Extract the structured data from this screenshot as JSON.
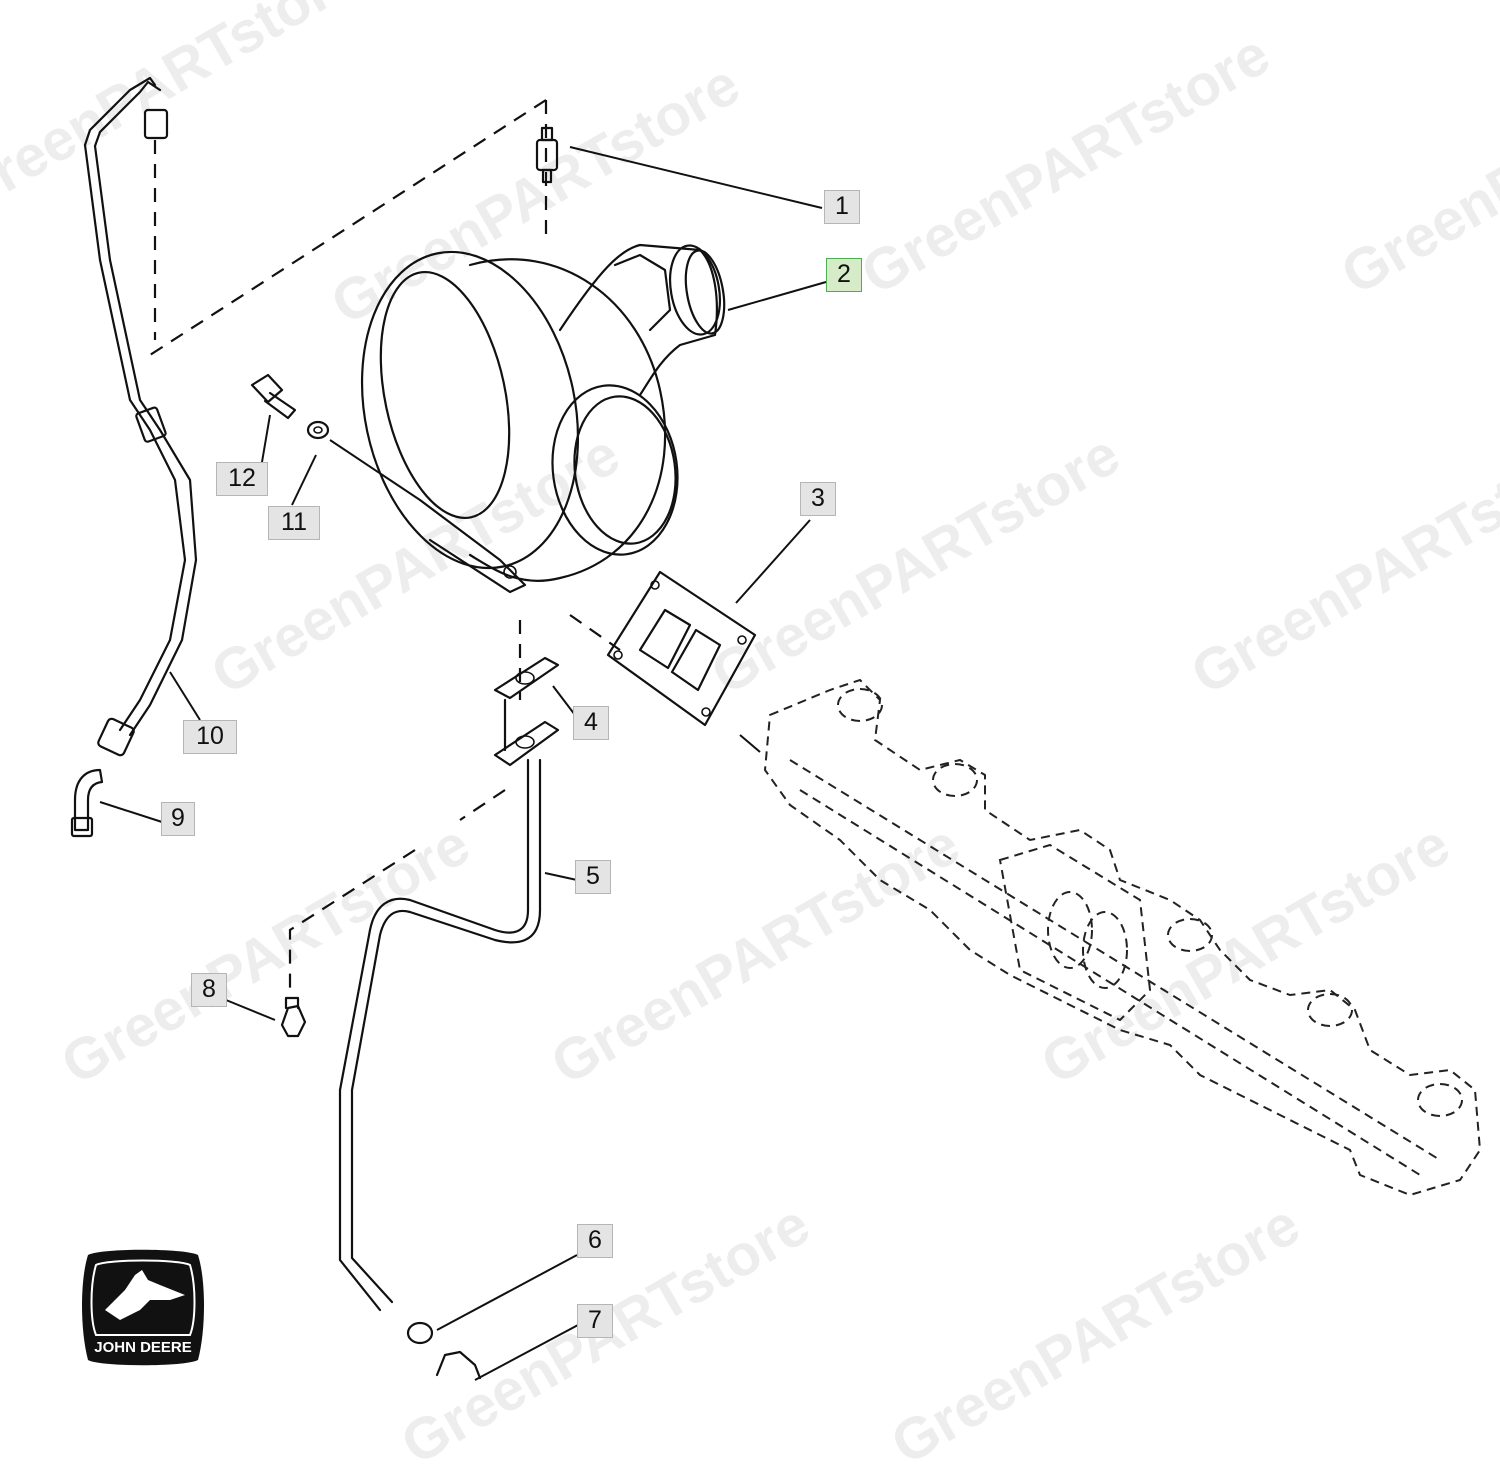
{
  "callouts": [
    {
      "id": "1",
      "label": "1",
      "active": false
    },
    {
      "id": "2",
      "label": "2",
      "active": true
    },
    {
      "id": "3",
      "label": "3",
      "active": false
    },
    {
      "id": "4",
      "label": "4",
      "active": false
    },
    {
      "id": "5",
      "label": "5",
      "active": false
    },
    {
      "id": "6",
      "label": "6",
      "active": false
    },
    {
      "id": "7",
      "label": "7",
      "active": false
    },
    {
      "id": "8",
      "label": "8",
      "active": false
    },
    {
      "id": "9",
      "label": "9",
      "active": false
    },
    {
      "id": "10",
      "label": "10",
      "active": false
    },
    {
      "id": "11",
      "label": "11",
      "active": false
    },
    {
      "id": "12",
      "label": "12",
      "active": false
    }
  ],
  "watermark": "GreenPARTstore",
  "logo": {
    "brand_text": "JOHN DEERE"
  },
  "colors": {
    "callout_bg": "#e4e4e4",
    "callout_active_bg": "#d6ecc8",
    "callout_active_border": "#4caf50",
    "line": "#111111"
  }
}
